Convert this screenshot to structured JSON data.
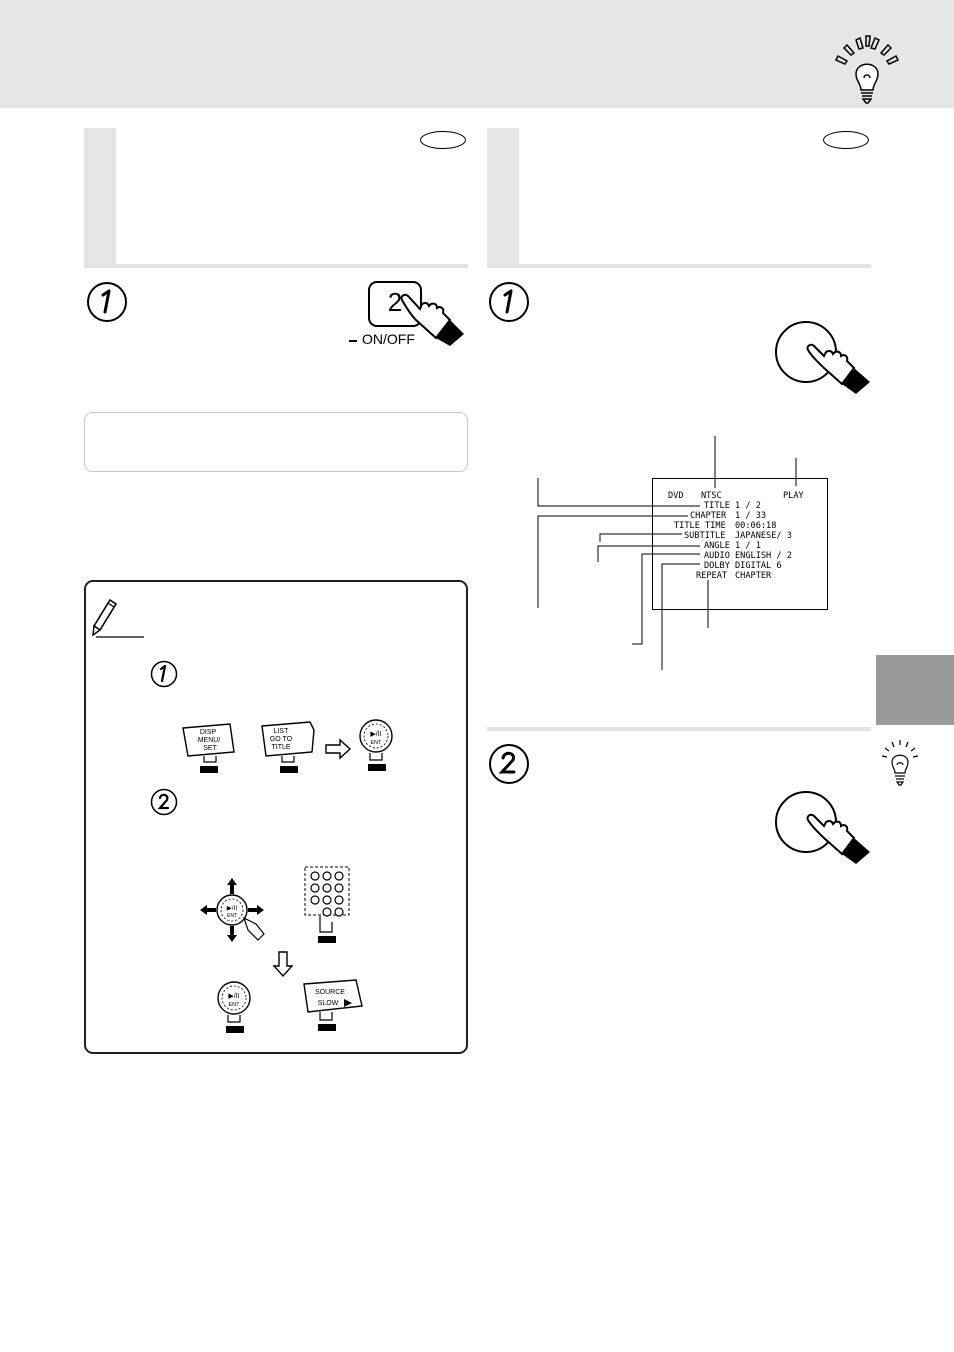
{
  "remote": {
    "key_number": "2",
    "key_caption": "ON/OFF"
  },
  "osd": {
    "header": {
      "left": "DVD",
      "mid": "NTSC",
      "right": "PLAY"
    },
    "lines": [
      {
        "label": "TITLE",
        "value": "1 / 2"
      },
      {
        "label": "CHAPTER",
        "value": "1 / 33"
      },
      {
        "label": "TITLE TIME",
        "value": "00:06:18"
      },
      {
        "label": "SUBTITLE",
        "value": "JAPANESE/ 3"
      },
      {
        "label": "ANGLE",
        "value": "1 / 1"
      },
      {
        "label": "AUDIO",
        "value": "ENGLISH / 2"
      },
      {
        "label": "DOLBY",
        "value": "DIGITAL 6"
      },
      {
        "label": "REPEAT",
        "value": "CHAPTER"
      }
    ]
  },
  "buttons": {
    "disp": [
      "DISP",
      "MENU/",
      "SET"
    ],
    "list": [
      "LIST",
      "GO TO",
      "TITLE"
    ],
    "ent_symbol": "▶/II",
    "ent_label": "ENT",
    "source": [
      "SOURCE",
      "SLOW"
    ]
  },
  "icons": {
    "lightbulb": "lightbulb-icon",
    "pencil": "pencil-icon",
    "finger": "pointing-hand-icon",
    "arrow": "hollow-arrow-icon"
  },
  "colors": {
    "band": "#e6e6e6",
    "tab": "#9a9a9a",
    "ink": "#000000"
  }
}
